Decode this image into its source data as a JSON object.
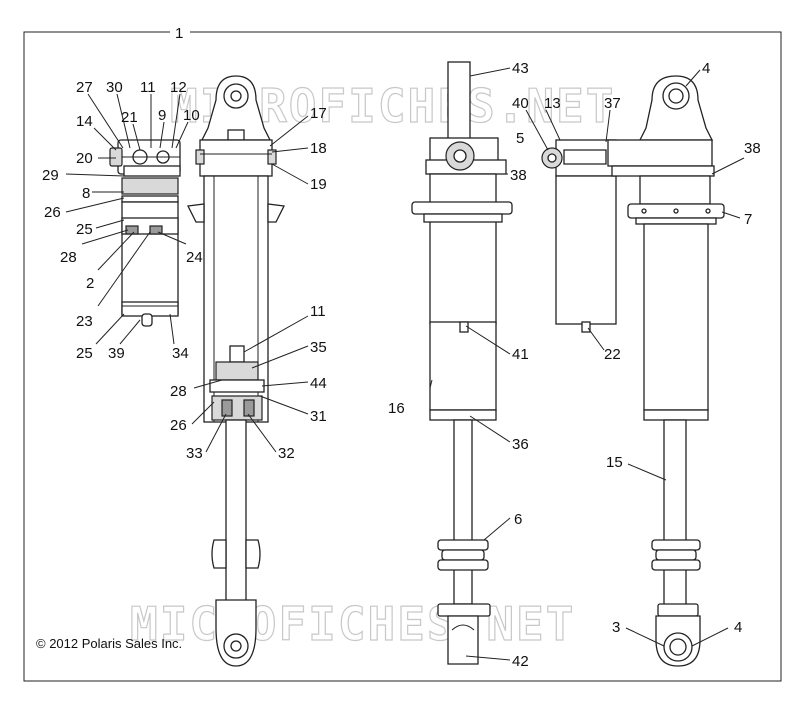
{
  "diagram": {
    "assembly_label": "1",
    "copyright": "© 2012 Polaris Sales Inc.",
    "watermark": "MICROFICHES.NET",
    "callouts": {
      "c27": "27",
      "c30": "30",
      "c11a": "11",
      "c12": "12",
      "c14": "14",
      "c21": "21",
      "c9": "9",
      "c10": "10",
      "c20": "20",
      "c29": "29",
      "c8": "8",
      "c26a": "26",
      "c25a": "25",
      "c28a": "28",
      "c2": "2",
      "c24": "24",
      "c23": "23",
      "c25b": "25",
      "c39": "39",
      "c34": "34",
      "c17": "17",
      "c18": "18",
      "c19": "19",
      "c11b": "11",
      "c35": "35",
      "c28b": "28",
      "c44": "44",
      "c26b": "26",
      "c31": "31",
      "c33": "33",
      "c32": "32",
      "c43": "43",
      "c40": "40",
      "c13": "13",
      "c37": "37",
      "c4a": "4",
      "c5": "5",
      "c38a": "38",
      "c38b": "38",
      "c7": "7",
      "c41": "41",
      "c22": "22",
      "c16": "16",
      "c36": "36",
      "c15": "15",
      "c6": "6",
      "c3": "3",
      "c4b": "4",
      "c42": "42"
    }
  }
}
